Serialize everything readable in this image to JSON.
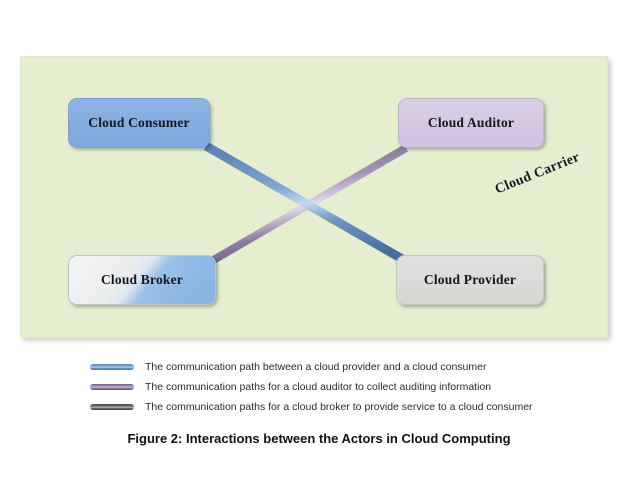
{
  "figure": {
    "caption": "Figure 2: Interactions between the Actors in Cloud Computing"
  },
  "diagram": {
    "carrier_label": "Cloud Carrier",
    "background_color": "#e6eed0",
    "nodes": [
      {
        "id": "consumer",
        "label": "Cloud Consumer",
        "color": "#84ace0"
      },
      {
        "id": "auditor",
        "label": "Cloud Auditor",
        "color": "#d4c7e2"
      },
      {
        "id": "broker",
        "label": "Cloud Broker",
        "color": "#8ab3e2"
      },
      {
        "id": "provider",
        "label": "Cloud Provider",
        "color": "#dbdbd9"
      }
    ],
    "connections": [
      {
        "from": "consumer",
        "to": "auditor",
        "type": "auditing",
        "color": "#b9a9cc"
      },
      {
        "from": "consumer",
        "to": "broker",
        "type": "broker",
        "color": "#6e6e6e"
      },
      {
        "from": "consumer",
        "to": "provider",
        "type": "direct",
        "color": "#7fa8d4"
      },
      {
        "from": "broker",
        "to": "auditor",
        "type": "auditing",
        "color": "#b9a9cc"
      },
      {
        "from": "broker",
        "to": "provider",
        "type": "broker",
        "color": "#6e6e6e"
      },
      {
        "from": "auditor",
        "to": "provider",
        "type": "auditing",
        "color": "#b9a9cc"
      }
    ]
  },
  "legend": {
    "items": [
      {
        "color": "#7fa8d4",
        "swatch": "blue",
        "text": "The communication path between a cloud provider and a cloud consumer"
      },
      {
        "color": "#9d8fb0",
        "swatch": "purple",
        "text": "The communication paths for a cloud auditor to collect auditing information"
      },
      {
        "color": "#6e6e6e",
        "swatch": "gray",
        "text": "The communication paths for a cloud broker to provide service to a cloud consumer"
      }
    ]
  }
}
